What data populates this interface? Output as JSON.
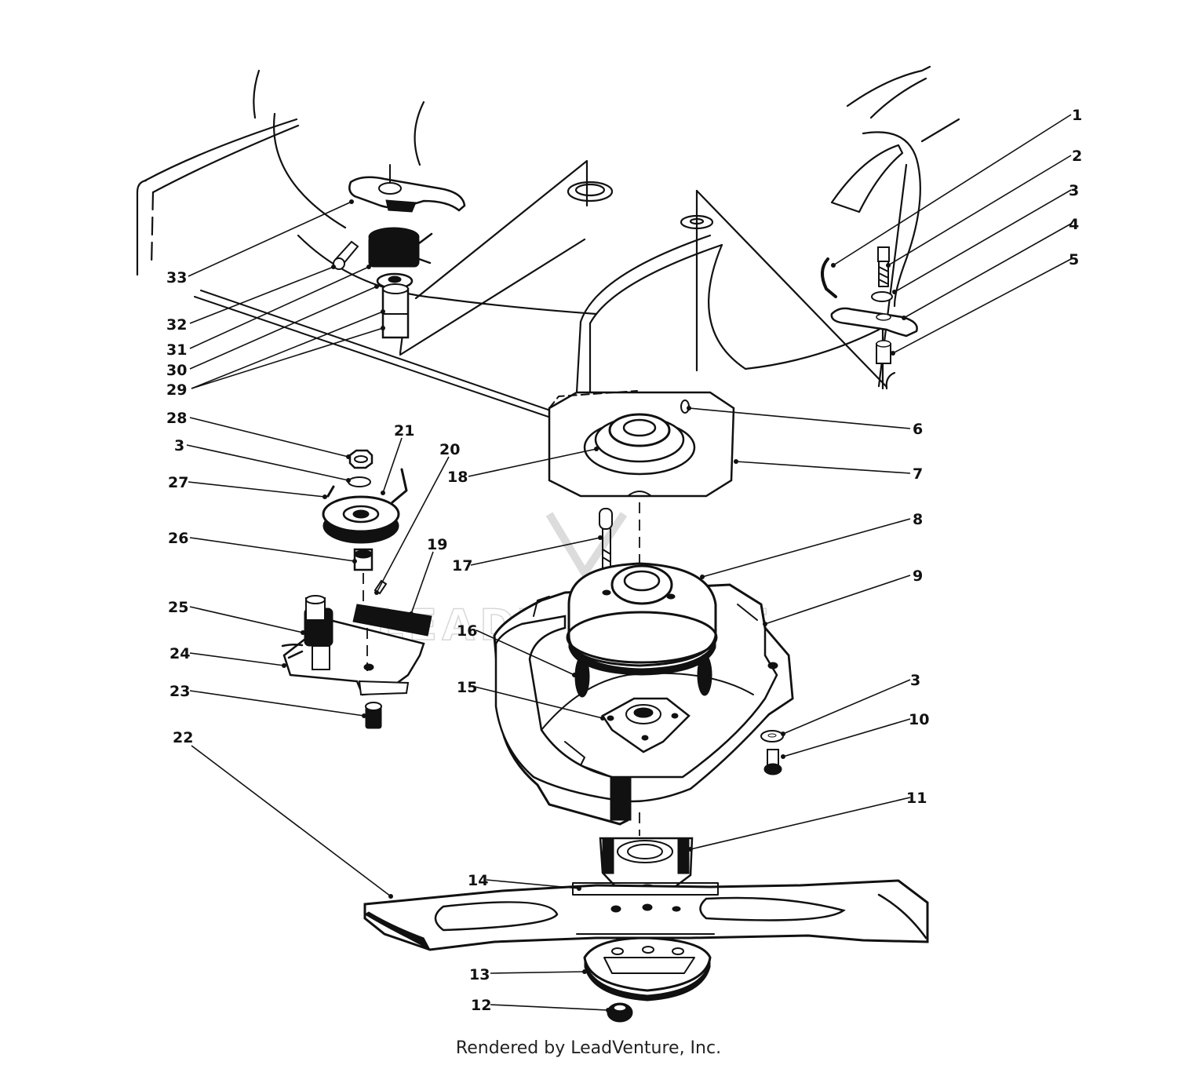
{
  "watermark": "LEADVENTURE",
  "credit": "Rendered by LeadVenture, Inc.",
  "callouts": [
    {
      "id": "1",
      "label": "1"
    },
    {
      "id": "2",
      "label": "2"
    },
    {
      "id": "3a",
      "label": "3"
    },
    {
      "id": "4",
      "label": "4"
    },
    {
      "id": "5",
      "label": "5"
    },
    {
      "id": "6",
      "label": "6"
    },
    {
      "id": "7",
      "label": "7"
    },
    {
      "id": "8",
      "label": "8"
    },
    {
      "id": "9",
      "label": "9"
    },
    {
      "id": "3c",
      "label": "3"
    },
    {
      "id": "10",
      "label": "10"
    },
    {
      "id": "11",
      "label": "11"
    },
    {
      "id": "14",
      "label": "14"
    },
    {
      "id": "13",
      "label": "13"
    },
    {
      "id": "12",
      "label": "12"
    },
    {
      "id": "33",
      "label": "33"
    },
    {
      "id": "32",
      "label": "32"
    },
    {
      "id": "31",
      "label": "31"
    },
    {
      "id": "30",
      "label": "30"
    },
    {
      "id": "29",
      "label": "29"
    },
    {
      "id": "28",
      "label": "28"
    },
    {
      "id": "21",
      "label": "21"
    },
    {
      "id": "3b",
      "label": "3"
    },
    {
      "id": "20",
      "label": "20"
    },
    {
      "id": "27",
      "label": "27"
    },
    {
      "id": "18",
      "label": "18"
    },
    {
      "id": "19",
      "label": "19"
    },
    {
      "id": "26",
      "label": "26"
    },
    {
      "id": "17",
      "label": "17"
    },
    {
      "id": "25",
      "label": "25"
    },
    {
      "id": "16",
      "label": "16"
    },
    {
      "id": "24",
      "label": "24"
    },
    {
      "id": "15",
      "label": "15"
    },
    {
      "id": "23",
      "label": "23"
    },
    {
      "id": "22",
      "label": "22"
    }
  ]
}
